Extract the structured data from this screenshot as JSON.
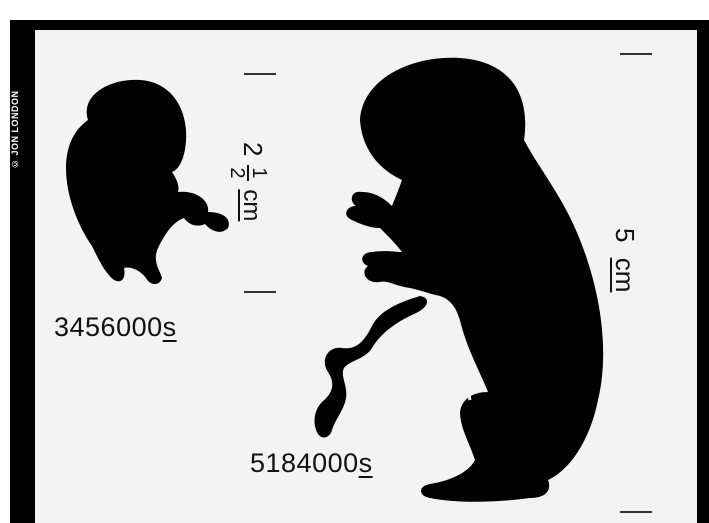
{
  "credit": "© JON LONDON",
  "small_embryo": {
    "time_value": "3456000",
    "time_unit": "s",
    "size_whole": "2",
    "size_numerator": "1",
    "size_denominator": "2",
    "size_unit": "cm"
  },
  "large_embryo": {
    "time_value": "5184000",
    "time_unit": "s",
    "size_value": "5",
    "size_unit": "cm"
  },
  "colors": {
    "silhouette": "#000000",
    "background": "#f3f3f3",
    "frame": "#000000"
  }
}
